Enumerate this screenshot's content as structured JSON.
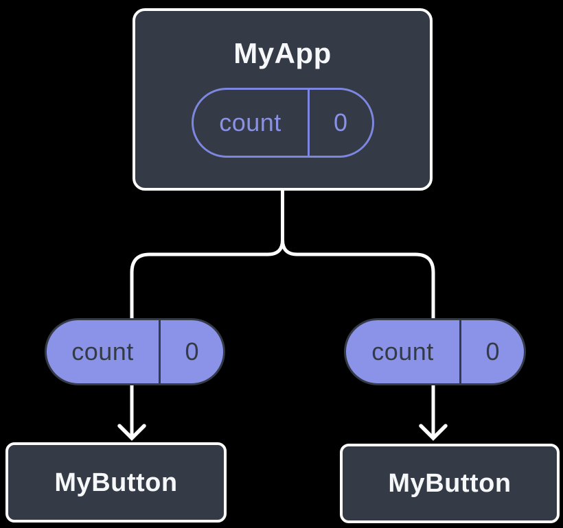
{
  "diagram": {
    "root": {
      "label": "MyApp",
      "state": {
        "name": "count",
        "value": "0"
      }
    },
    "left_prop": {
      "name": "count",
      "value": "0"
    },
    "right_prop": {
      "name": "count",
      "value": "0"
    },
    "left_child": {
      "label": "MyButton"
    },
    "right_child": {
      "label": "MyButton"
    }
  },
  "colors": {
    "background": "#000000",
    "node_bg": "#343A46",
    "node_border": "#FFFFFF",
    "node_text": "#F6F7F9",
    "connector": "#FFFFFF",
    "purple_fill": "#8A93E8",
    "purple_line": "#7E87E0",
    "purple_text": "#8A91E6",
    "pill_dark": "#343A46"
  }
}
